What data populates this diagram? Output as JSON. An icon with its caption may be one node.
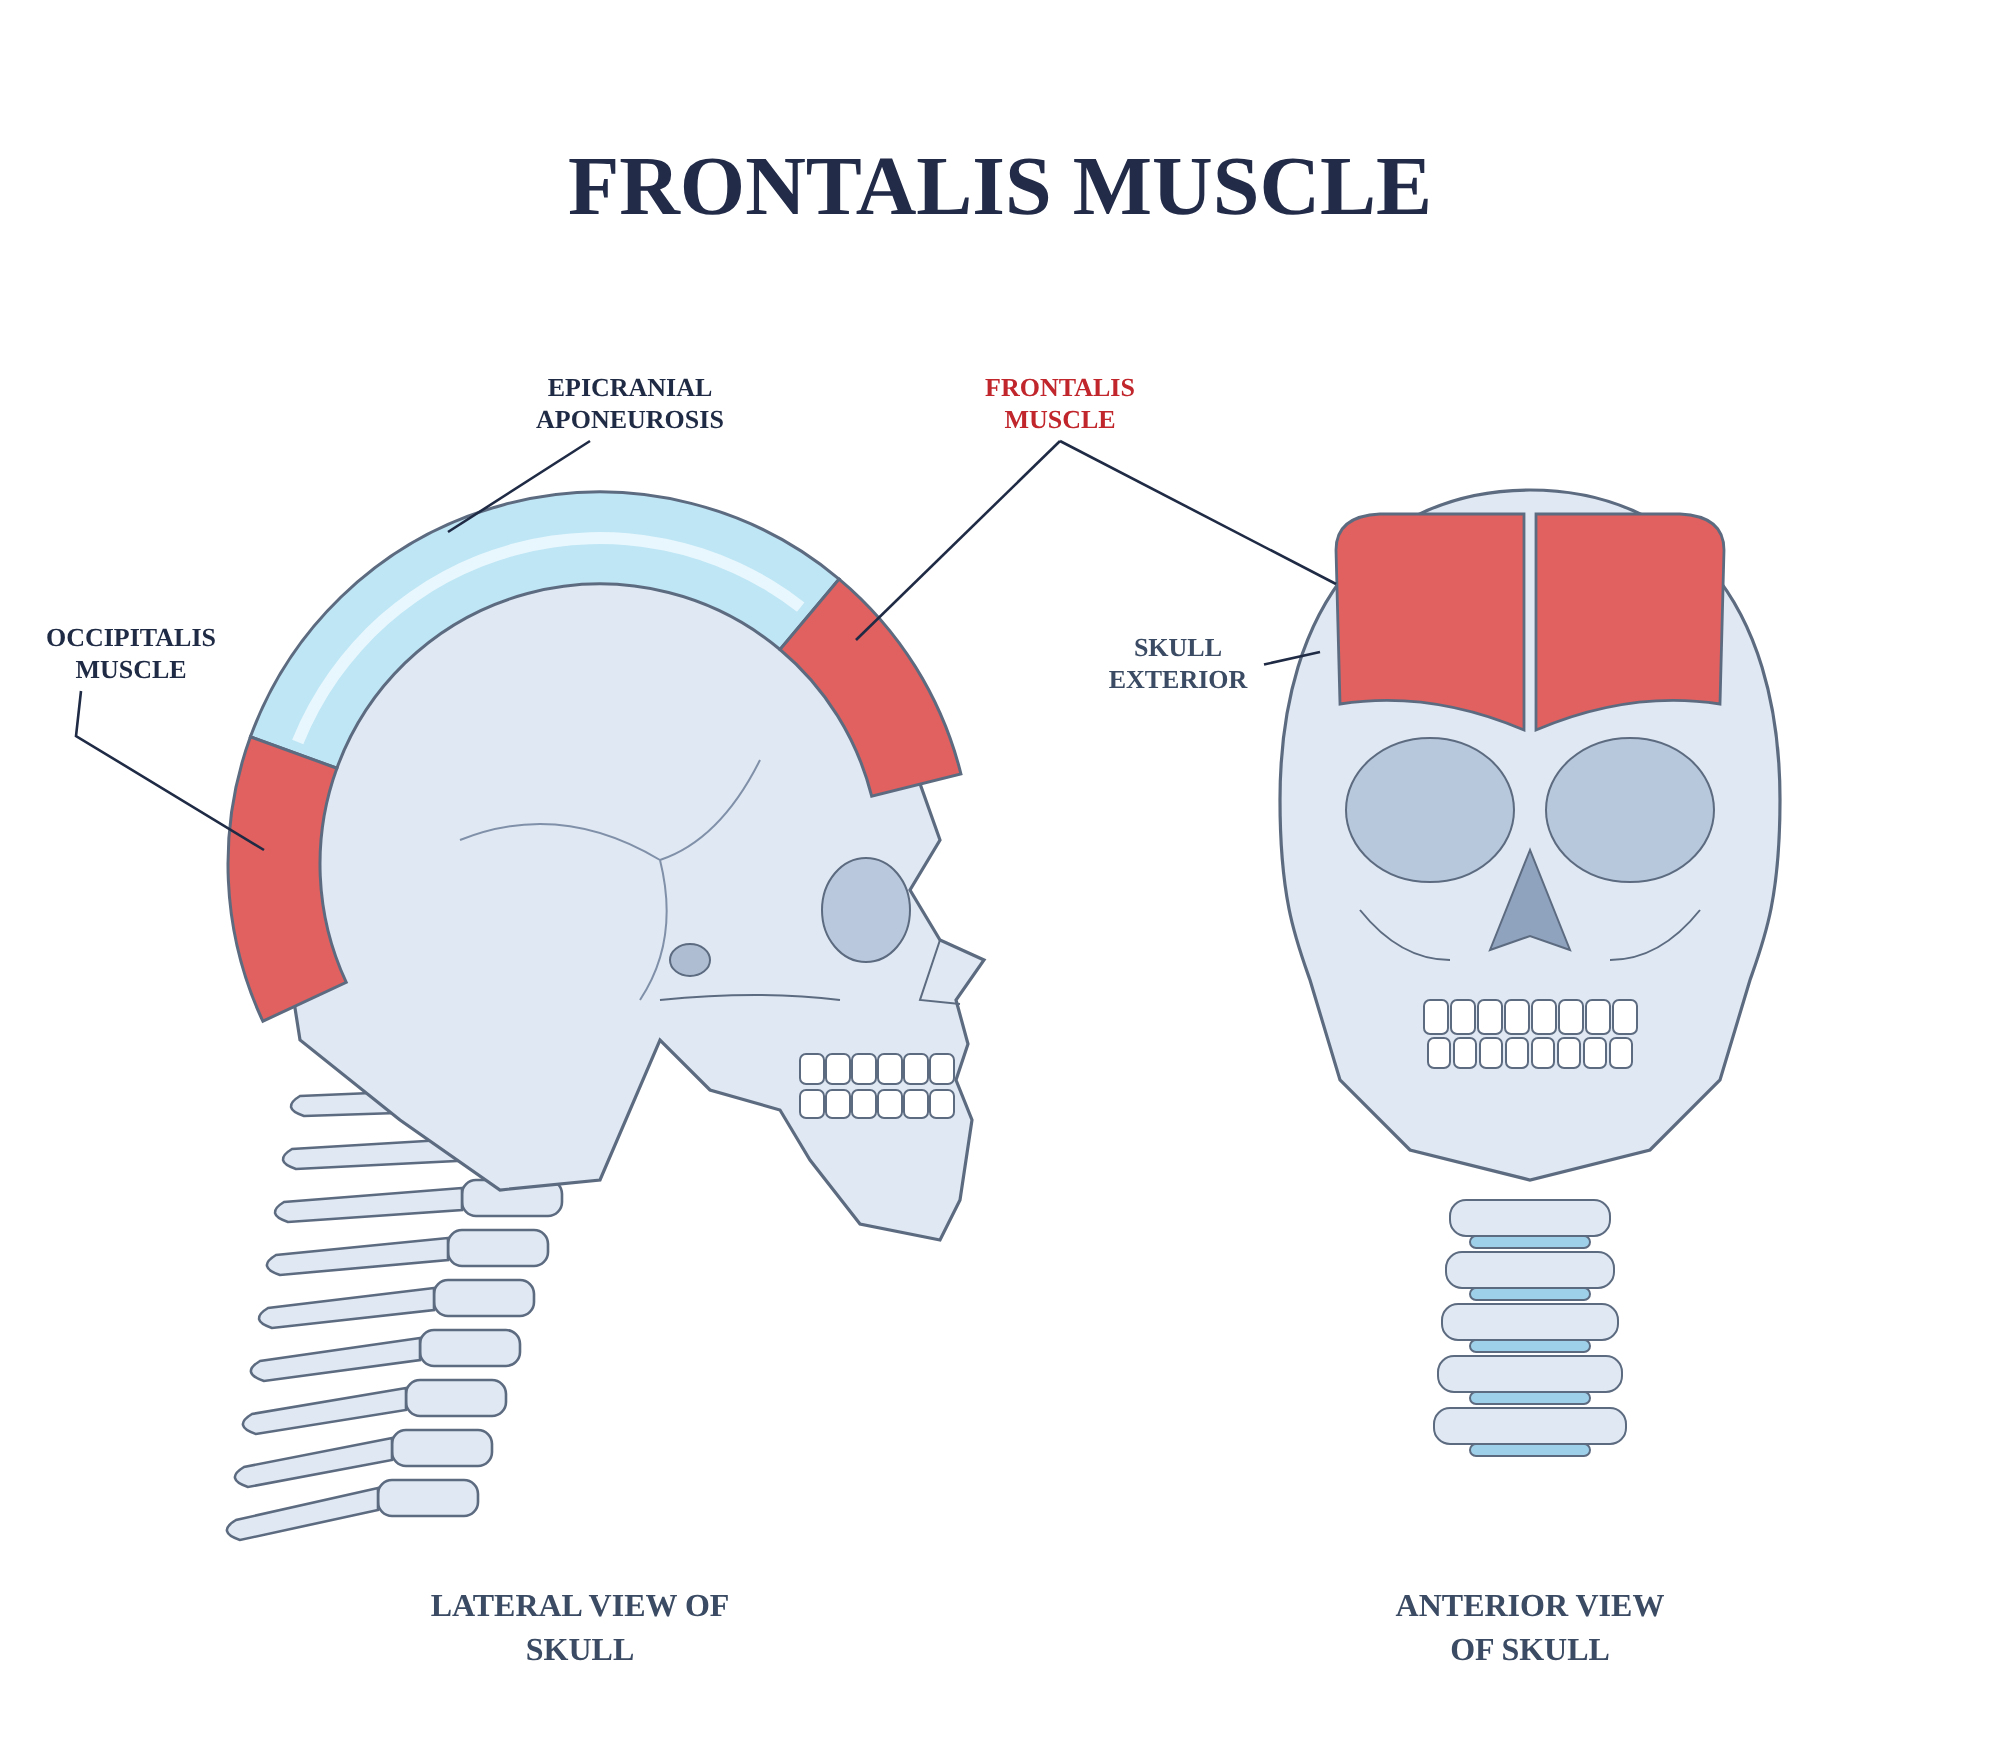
{
  "diagram": {
    "title": "FRONTALIS MUSCLE",
    "nodes": [
      {
        "text": [
          "EPICRANIAL APONEUROSIS"
        ]
      },
      {
        "text": [
          "FRONTALIS MUSCLE"
        ]
      },
      {
        "text": [
          "OCCIPITALIS MUSCLE"
        ]
      },
      {
        "text": [
          "SKULL EXTERIOR"
        ]
      },
      {
        "text": [],
        "shape": "picture"
      },
      {
        "text": [],
        "shape": "picture"
      },
      {
        "text": [],
        "shape": "picture"
      },
      {
        "text": [],
        "shape": "picture",
        "in": 8
      },
      {
        "text": [],
        "shape": "picture"
      }
    ],
    "edges": [
      {
        "from": 0,
        "to": 4,
        "arrow": "none"
      },
      {
        "from": 1,
        "to": 5,
        "arrow": "none"
      },
      {
        "from": 1,
        "to": 7,
        "arrow": "none"
      },
      {
        "from": 2,
        "to": 6,
        "arrow": "none"
      },
      {
        "from": 3,
        "to": 8,
        "arrow": "none"
      }
    ],
    "labels": [
      "LATERAL VIEW OF SKULL",
      "ANTERIOR VIEW OF SKULL"
    ]
  }
}
